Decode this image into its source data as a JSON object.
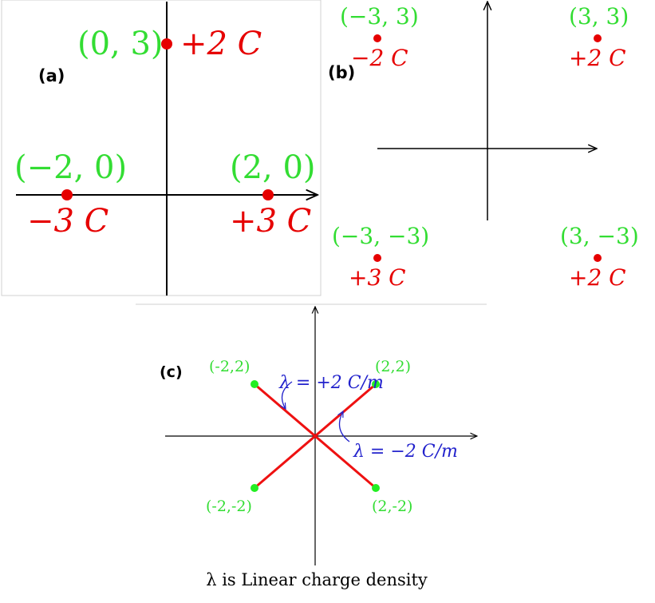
{
  "panel_a": {
    "label": "(a)",
    "charges": [
      {
        "coord": "(0, 3)",
        "charge": "+2 C"
      },
      {
        "coord": "(−2, 0)",
        "charge": "−3 C"
      },
      {
        "coord": "(2, 0)",
        "charge": "+3 C"
      }
    ]
  },
  "panel_b": {
    "label": "(b)",
    "charges": [
      {
        "coord": "(−3, 3)",
        "charge": "−2 C"
      },
      {
        "coord": "(3, 3)",
        "charge": "+2 C"
      },
      {
        "coord": "(−3, −3)",
        "charge": "+3 C"
      },
      {
        "coord": "(3, −3)",
        "charge": "+2 C"
      }
    ]
  },
  "panel_c": {
    "label": "(c)",
    "points": [
      "(-2,2)",
      "(2,2)",
      "(-2,-2)",
      "(2,-2)"
    ],
    "lambda_pos": "λ = +2 C/m",
    "lambda_neg": "λ = −2 C/m"
  },
  "caption": "λ is Linear charge density",
  "colors": {
    "charge": "#e60000",
    "coord": "#33dd33",
    "lambda": "#2222cc",
    "axis": "#000000",
    "point_c": "#22ee22",
    "line_c": "#ee1111"
  }
}
